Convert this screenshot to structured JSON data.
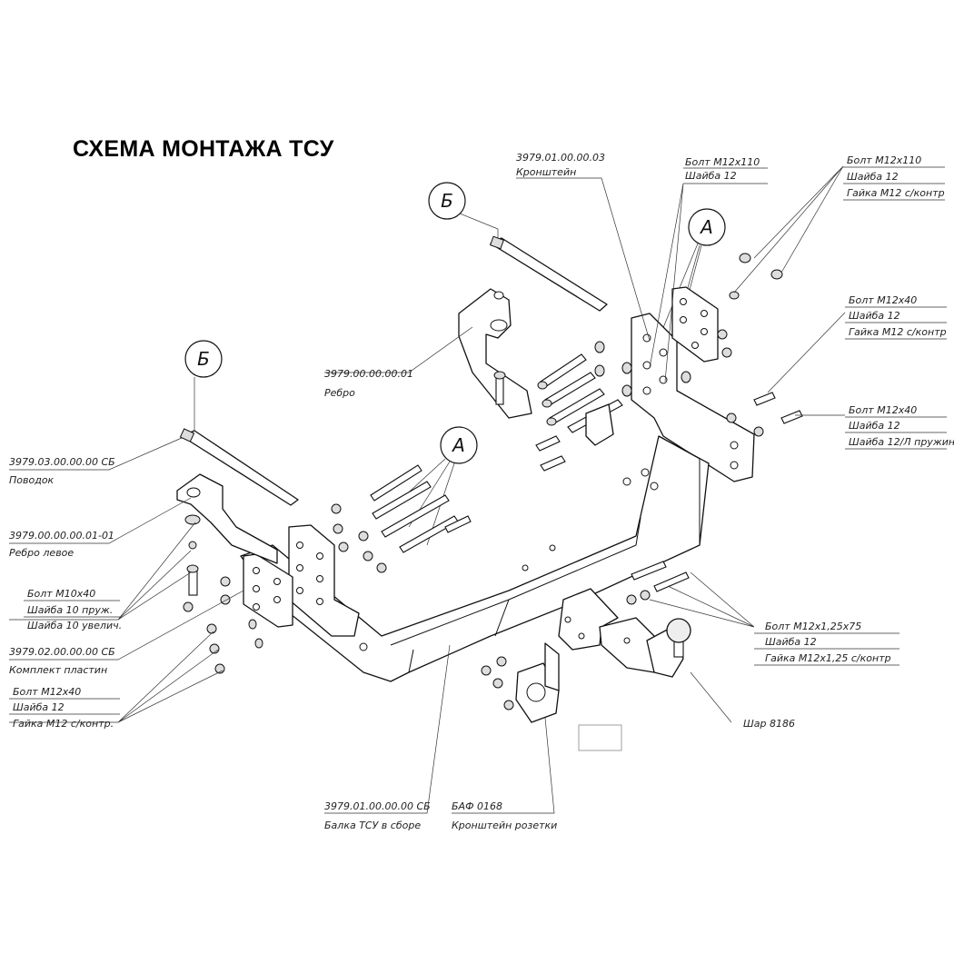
{
  "title": "СХЕМА МОНТАЖА ТСУ",
  "callouts": {
    "b_top": "Б",
    "b_left": "Б",
    "a_top": "А",
    "a_left": "А"
  },
  "labels": {
    "bracket_code": "3979.01.00.00.03",
    "bracket_name": "Кронштейн",
    "bolt110_1_l1": "Болт  М12х110",
    "bolt110_1_l2": "Шайба 12",
    "bolt110_2_l1": "Болт  М12х110",
    "bolt110_2_l2": "Шайба 12",
    "bolt110_2_l3": "Гайка М12 с/контр",
    "bolt40_1_l1": "Болт  М12х40",
    "bolt40_1_l2": "Шайба 12",
    "bolt40_1_l3": "Гайка М12 с/контр",
    "bolt40_2_l1": "Болт  М12х40",
    "bolt40_2_l2": "Шайба 12",
    "bolt40_2_l3": "Шайба 12/Л пружин.",
    "rib_code": "3979.00.00.00.01",
    "rib_name": "Ребро",
    "leash_code": "3979.03.00.00.00 СБ",
    "leash_name": "Поводок",
    "ribl_code": "3979.00.00.00.01-01",
    "ribl_name": "Ребро левое",
    "m10_l1": "Болт  М10х40",
    "m10_l2": "Шайба 10 пруж.",
    "m10_l3": "Шайба 10 увелич.",
    "plates_code": "3979.02.00.00.00 СБ",
    "plates_name": "Комплект пластин",
    "left40_l1": "Болт  М12х40",
    "left40_l2": "Шайба 12",
    "left40_l3": "Гайка М12 с/контр.",
    "m75_l1": "Болт  М12х1,25х75",
    "m75_l2": "Шайба 12",
    "m75_l3": "Гайка М12х1,25 с/контр",
    "ball_name": "Шар 8186",
    "beam_code": "3979.01.00.00.00 СБ",
    "beam_name": "Балка ТСУ в сборе",
    "socket_code": "БАФ 0168",
    "socket_name": "Кронштейн розетки"
  }
}
